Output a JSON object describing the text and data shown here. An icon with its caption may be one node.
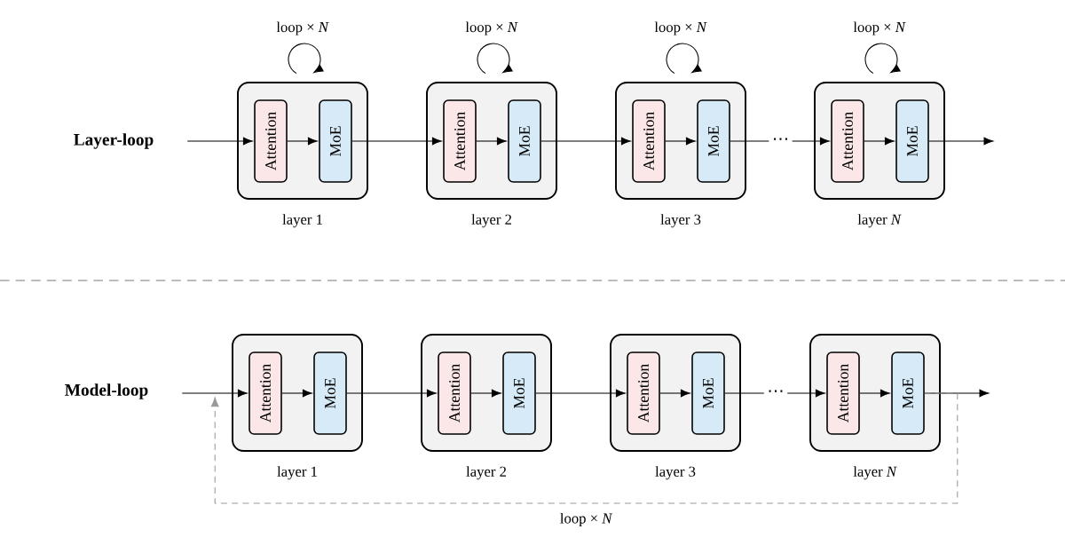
{
  "diagram": {
    "nodes": [
      {
        "text": [
          "layer 1"
        ],
        "beside": [
          "loop × *N*"
        ]
      },
      {
        "text": [
          "Attention"
        ],
        "in": 0
      },
      {
        "text": [
          "MoE"
        ],
        "in": 0
      },
      {
        "text": [
          "layer 2"
        ],
        "beside": [
          "loop × *N*"
        ]
      },
      {
        "text": [
          "Attention"
        ],
        "in": 3
      },
      {
        "text": [
          "MoE"
        ],
        "in": 3
      },
      {
        "text": [
          "layer 3"
        ],
        "beside": [
          "loop × *N*"
        ]
      },
      {
        "text": [
          "Attention"
        ],
        "in": 6
      },
      {
        "text": [
          "MoE"
        ],
        "in": 6
      },
      {
        "text": [
          "layer *N*"
        ],
        "beside": [
          "loop × *N*"
        ]
      },
      {
        "text": [
          "Attention"
        ],
        "in": 9
      },
      {
        "text": [
          "MoE"
        ],
        "in": 9
      },
      {
        "text": [
          "layer 1"
        ]
      },
      {
        "text": [
          "Attention"
        ],
        "in": 12
      },
      {
        "text": [
          "MoE"
        ],
        "in": 12
      },
      {
        "text": [
          "layer 2"
        ]
      },
      {
        "text": [
          "Attention"
        ],
        "in": 15
      },
      {
        "text": [
          "MoE"
        ],
        "in": 15
      },
      {
        "text": [
          "layer 3"
        ]
      },
      {
        "text": [
          "Attention"
        ],
        "in": 18
      },
      {
        "text": [
          "MoE"
        ],
        "in": 18
      },
      {
        "text": [
          "layer *N*"
        ]
      },
      {
        "text": [
          "Attention"
        ],
        "in": 21
      },
      {
        "text": [
          "MoE"
        ],
        "in": 21
      }
    ],
    "edges": [
      {
        "from": null,
        "to": 1,
        "arrow": "to"
      },
      {
        "from": 1,
        "to": 2,
        "arrow": "to"
      },
      {
        "from": 2,
        "to": 4,
        "arrow": "to"
      },
      {
        "from": 4,
        "to": 5,
        "arrow": "to"
      },
      {
        "from": 5,
        "to": 7,
        "arrow": "to"
      },
      {
        "from": 7,
        "to": 8,
        "arrow": "to"
      },
      {
        "from": 8,
        "to": 10,
        "arrow": "to",
        "label": "⋯"
      },
      {
        "from": 10,
        "to": 11,
        "arrow": "to"
      },
      {
        "from": 11,
        "to": null,
        "arrow": "to"
      },
      {
        "from": null,
        "to": 13,
        "arrow": "to"
      },
      {
        "from": 13,
        "to": 14,
        "arrow": "to"
      },
      {
        "from": 14,
        "to": 16,
        "arrow": "to"
      },
      {
        "from": 16,
        "to": 17,
        "arrow": "to"
      },
      {
        "from": 17,
        "to": 19,
        "arrow": "to"
      },
      {
        "from": 19,
        "to": 20,
        "arrow": "to"
      },
      {
        "from": 20,
        "to": 22,
        "arrow": "to",
        "label": "⋯"
      },
      {
        "from": 22,
        "to": 23,
        "arrow": "to"
      },
      {
        "from": 23,
        "to": null,
        "arrow": "to"
      },
      {
        "from": 23,
        "to": 13,
        "arrow": "to",
        "label": "loop × *N*",
        "style": "dashed",
        "color": "#999999"
      }
    ],
    "labels": [
      "Layer-loop",
      "Model-loop"
    ]
  }
}
